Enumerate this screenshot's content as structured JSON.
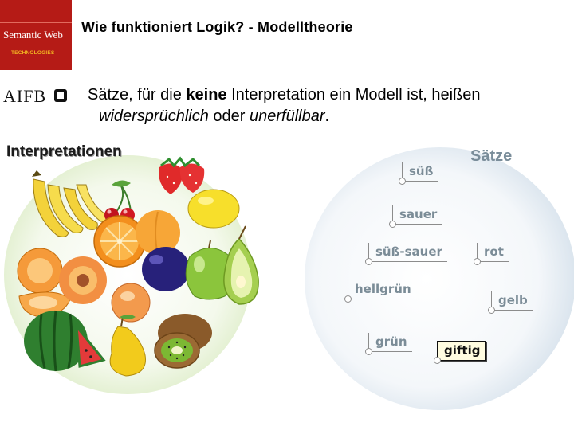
{
  "brand": {
    "title": "Semantic Web",
    "subtitle": "TECHNOLOGIES",
    "color": "#b51b16",
    "subtitle_color": "#f2b321"
  },
  "header": {
    "title": "Wie funktioniert Logik? - Modelltheorie"
  },
  "institute": {
    "name": "AIFB"
  },
  "statement": {
    "part1": "Sätze, für die ",
    "emphasis": "keine",
    "part2": " Interpretation ein Modell ist, heißen",
    "term1": "widersprüchlich",
    "connector": " oder ",
    "term2": "unerfüllbar",
    "end": "."
  },
  "left_panel": {
    "label": "Interpretationen",
    "fruits": [
      "strawberry",
      "bananas",
      "cherries",
      "lemon",
      "orange",
      "apricot",
      "plum",
      "green apple",
      "pear",
      "cantaloupe",
      "peaches",
      "watermelon",
      "yellow pear",
      "kiwi"
    ]
  },
  "right_panel": {
    "label": "Sätze",
    "sentences": [
      "süß",
      "sauer",
      "süß-sauer",
      "rot",
      "hellgrün",
      "gelb",
      "grün",
      "giftig"
    ],
    "highlighted": "giftig"
  }
}
